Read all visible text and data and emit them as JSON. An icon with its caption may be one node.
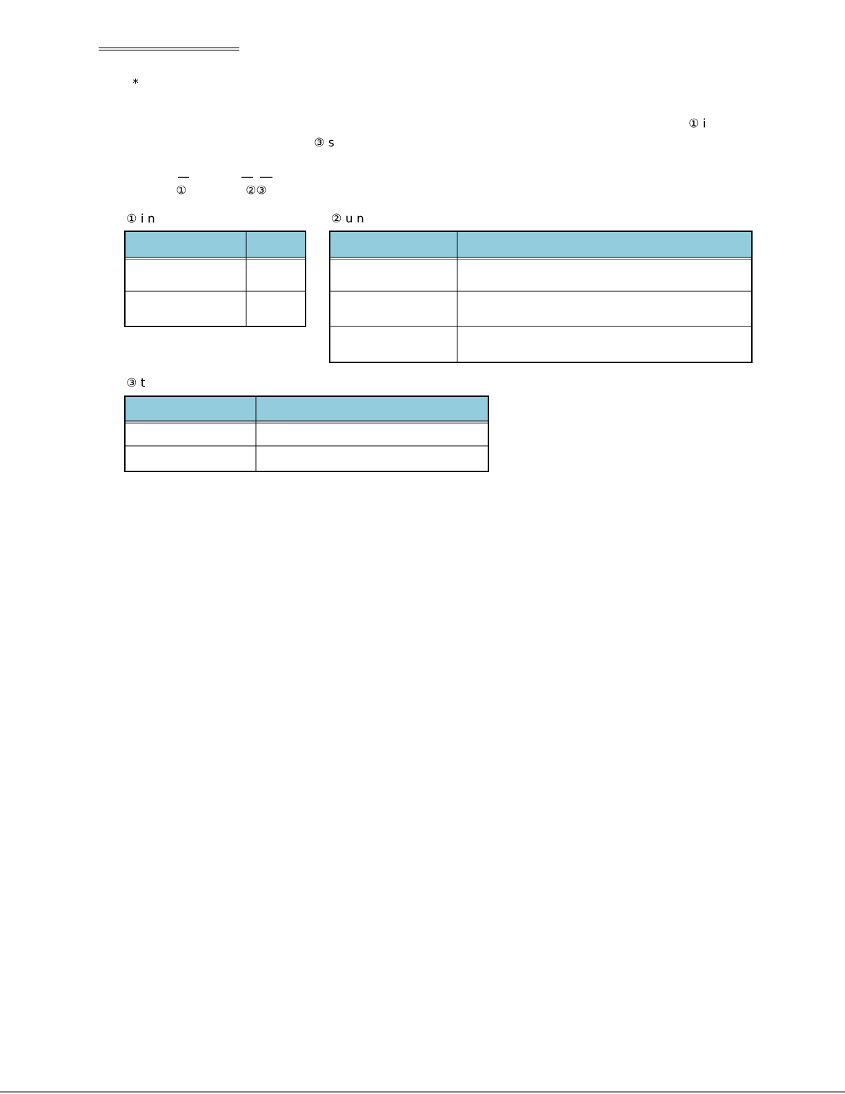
{
  "diagram": {
    "labels": [
      "*",
      "① i",
      "③ s",
      "①",
      "②③",
      "① i n",
      "② u n",
      "③ t"
    ]
  }
}
